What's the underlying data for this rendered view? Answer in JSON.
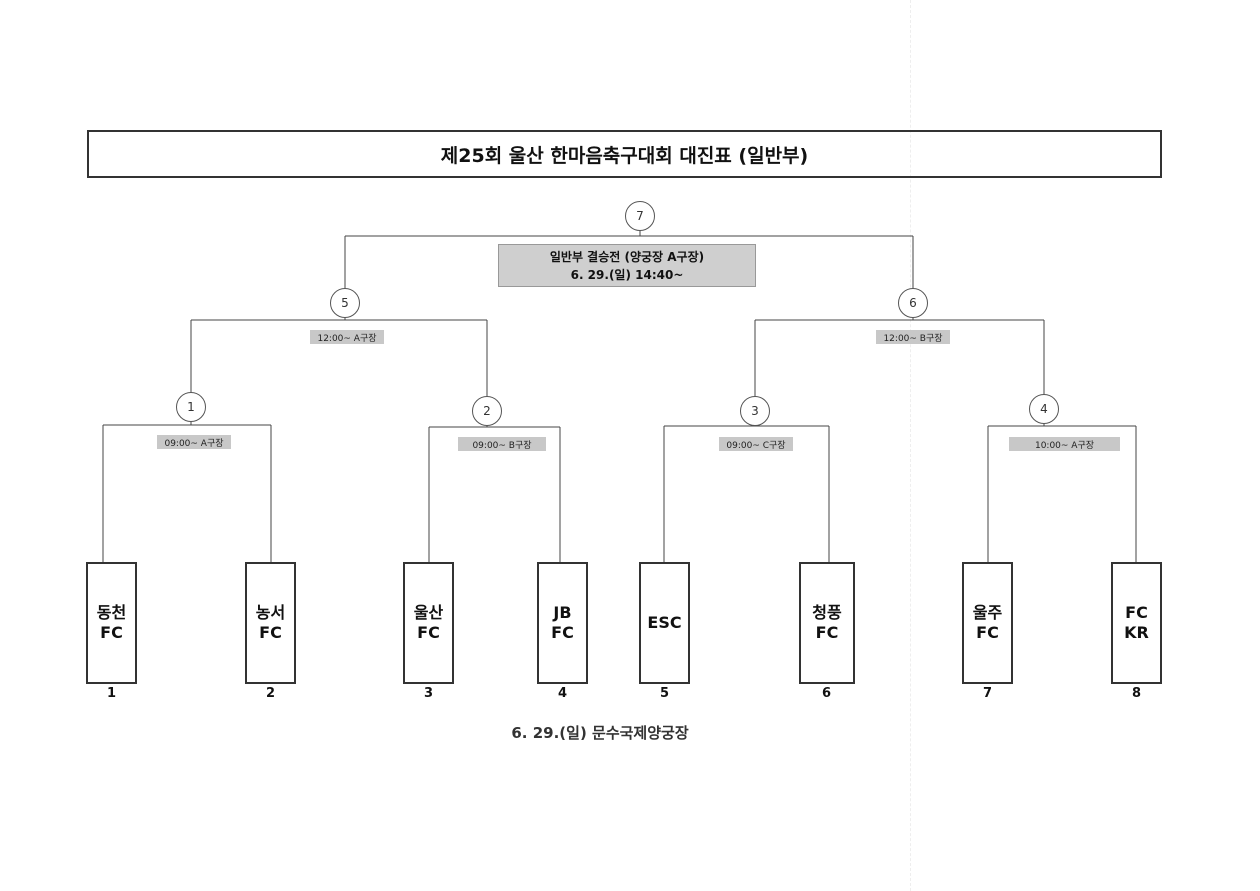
{
  "title": "제25회 울산 한마음축구대회 대진표 (일반부)",
  "final": {
    "line1": "일반부 결승전 (양궁장 A구장)",
    "line2": "6. 29.(일) 14:40~"
  },
  "matches": [
    {
      "id": "m1",
      "number": "1",
      "schedule": "09:00~ A구장"
    },
    {
      "id": "m2",
      "number": "2",
      "schedule": "09:00~ B구장"
    },
    {
      "id": "m3",
      "number": "3",
      "schedule": "09:00~ C구장"
    },
    {
      "id": "m4",
      "number": "4",
      "schedule": "10:00~ A구장"
    },
    {
      "id": "m5",
      "number": "5",
      "schedule": "12:00~ A구장"
    },
    {
      "id": "m6",
      "number": "6",
      "schedule": "12:00~ B구장"
    },
    {
      "id": "m7",
      "number": "7",
      "schedule": ""
    }
  ],
  "teams": [
    {
      "name_line1": "동천",
      "name_line2": "FC",
      "number": "1"
    },
    {
      "name_line1": "농서",
      "name_line2": "FC",
      "number": "2"
    },
    {
      "name_line1": "울산",
      "name_line2": "FC",
      "number": "3"
    },
    {
      "name_line1": "JB",
      "name_line2": "FC",
      "number": "4"
    },
    {
      "name_line1": "ESC",
      "name_line2": "",
      "number": "5"
    },
    {
      "name_line1": "청풍",
      "name_line2": "FC",
      "number": "6"
    },
    {
      "name_line1": "울주",
      "name_line2": "FC",
      "number": "7"
    },
    {
      "name_line1": "FC",
      "name_line2": "KR",
      "number": "8"
    }
  ],
  "footer": "6. 29.(일) 문수국제양궁장"
}
